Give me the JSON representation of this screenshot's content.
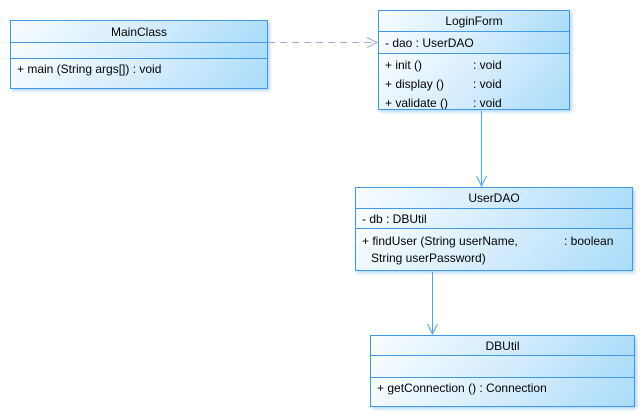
{
  "colors": {
    "box_border": "#3e9ae6",
    "box_fill_top": "#f9fdff",
    "box_fill_bottom": "#a9dcf9",
    "dependency_arrow": "#a8a8e4",
    "association_arrow": "#4aa3f0",
    "text": "#000000",
    "background": "#ffffff"
  },
  "classes": {
    "main_class": {
      "title": "MainClass",
      "methods": {
        "m1": "+ main (String args[]) : void"
      }
    },
    "login_form": {
      "title": "LoginForm",
      "attributes": {
        "a1": "- dao : UserDAO"
      },
      "methods": {
        "m1": {
          "name": "+ init ()",
          "type": ": void"
        },
        "m2": {
          "name": "+ display ()",
          "type": ": void"
        },
        "m3": {
          "name": "+ validate ()",
          "type": ": void"
        }
      }
    },
    "user_dao": {
      "title": "UserDAO",
      "attributes": {
        "a1": "- db : DBUtil"
      },
      "methods": {
        "m1_line1_name": "+ findUser (String userName,",
        "m1_line1_type": ": boolean",
        "m1_line2": "String userPassword)"
      }
    },
    "db_util": {
      "title": "DBUtil",
      "methods": {
        "m1": "+ getConnection () : Connection"
      }
    }
  }
}
